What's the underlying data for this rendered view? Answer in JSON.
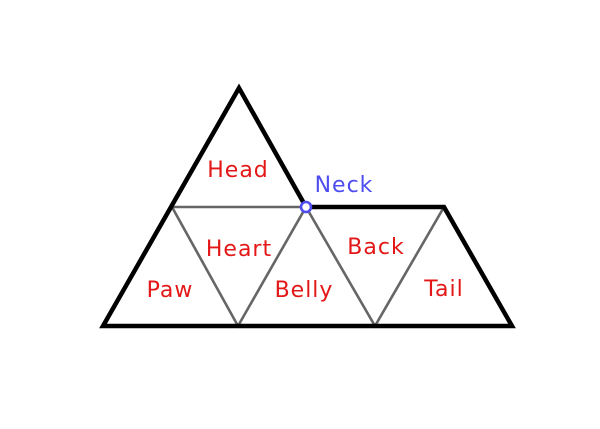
{
  "diagram": {
    "labels": {
      "head": "Head",
      "neck": "Neck",
      "heart": "Heart",
      "back": "Back",
      "paw": "Paw",
      "belly": "Belly",
      "tail": "Tail"
    },
    "colors": {
      "label_red": "#e31717",
      "label_blue": "#4d4df2",
      "outline_black": "#000000",
      "inner_gray": "#666666",
      "marker_fill": "#ffffff",
      "background": "#ffffff"
    }
  }
}
